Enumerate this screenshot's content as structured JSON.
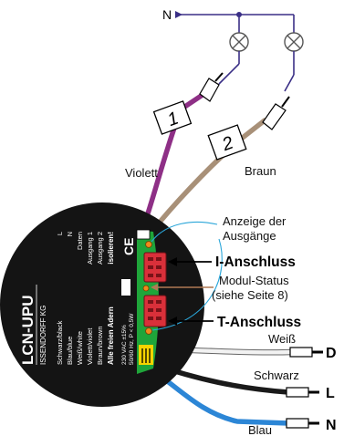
{
  "diagram": {
    "neutral_label": "N",
    "box_label_1": "1",
    "box_label_2": "2",
    "wire_labels": {
      "violet": "Violett",
      "brown": "Braun"
    },
    "annotations": {
      "indicator_line1": "Anzeige der",
      "indicator_line2": "Ausgänge",
      "i_port": "I-Anschluss",
      "module_status_line1": "Modul-Status",
      "module_status_line2": "(siehe Seite 8)",
      "t_port": "T-Anschluss"
    },
    "terminal_wires": [
      {
        "color_name": "Weiß",
        "terminal": "D"
      },
      {
        "color_name": "Schwarz",
        "terminal": "L"
      },
      {
        "color_name": "Blau",
        "terminal": "N"
      }
    ],
    "device": {
      "model": "LCN-UPU",
      "manufacturer": "ISSENDORFF KG",
      "rows": [
        {
          "left": "Schwarz/black",
          "right": "L"
        },
        {
          "left": "Blau/blue",
          "right": "N"
        },
        {
          "left": "Weiß/white",
          "right": "Daten"
        },
        {
          "left": "Violett/violet",
          "right": "Ausgang 1"
        },
        {
          "left": "Braun/brown",
          "right": "Ausgang 2"
        },
        {
          "left": "Alle freien Adern",
          "right": "isolieren!"
        }
      ],
      "spec_line1": "230 VAC ±15%",
      "spec_line2": "50/60 Hz, P < 0,5W",
      "ce_mark": "CE"
    },
    "colors": {
      "violet_wire": "#8e2f86",
      "brown_wire": "#a89078",
      "blue_wire": "#2c86d6",
      "black_wire": "#1a1a1a",
      "white_wire": "#f2f2f2",
      "pcb_green": "#1fa53a",
      "connector_red": "#d9303a",
      "device_body": "#141414",
      "callout_line": "#2aa6d9",
      "status_line": "#b07a55"
    }
  }
}
